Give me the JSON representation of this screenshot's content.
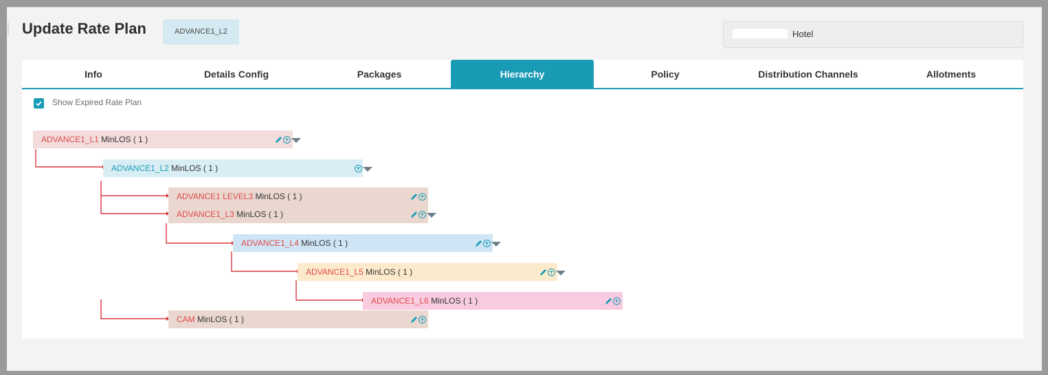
{
  "header": {
    "title": "Update Rate Plan",
    "plan_code": "ADVANCE1_L2",
    "hotel": "Hotel"
  },
  "tabs": [
    {
      "label": "Info"
    },
    {
      "label": "Details Config"
    },
    {
      "label": "Packages"
    },
    {
      "label": "Hierarchy",
      "active": true
    },
    {
      "label": "Policy"
    },
    {
      "label": "Distribution Channels"
    },
    {
      "label": "Allotments"
    }
  ],
  "options": {
    "show_expired_label": "Show Expired Rate Plan",
    "show_expired_checked": true
  },
  "hierarchy": [
    {
      "name": "ADVANCE1_L1",
      "meta": "MinLOS ( 1 )",
      "color": "#f2dcdc",
      "edit": true,
      "add": true,
      "expand": true
    },
    {
      "name": "ADVANCE1_L2",
      "meta": "MinLOS ( 1 )",
      "color": "#d9eef4",
      "edit": false,
      "add": true,
      "expand": true,
      "current": true
    },
    {
      "name": "ADVANCE1 LEVEL3",
      "meta": "MinLOS ( 1 )",
      "color": "#ead8d0",
      "edit": true,
      "add": true,
      "expand": false
    },
    {
      "name": "ADVANCE1_L3",
      "meta": "MinLOS ( 1 )",
      "color": "#ead8d0",
      "edit": true,
      "add": true,
      "expand": true
    },
    {
      "name": "ADVANCE1_L4",
      "meta": "MinLOS ( 1 )",
      "color": "#cfe5f6",
      "edit": true,
      "add": true,
      "expand": true
    },
    {
      "name": "ADVANCE1_L5",
      "meta": "MinLOS ( 1 )",
      "color": "#fbeacb",
      "edit": true,
      "add": true,
      "expand": true
    },
    {
      "name": "ADVANCE1_L6",
      "meta": "MinLOS ( 1 )",
      "color": "#f9cbe1",
      "edit": true,
      "add": true,
      "expand": false
    },
    {
      "name": "CAM",
      "meta": "MinLOS ( 1 )",
      "color": "#ead8d0",
      "edit": true,
      "add": true,
      "expand": false
    }
  ],
  "colors": {
    "accent": "#1a9bb5",
    "name_red": "#e04a4a",
    "connector": "#d9363e"
  }
}
